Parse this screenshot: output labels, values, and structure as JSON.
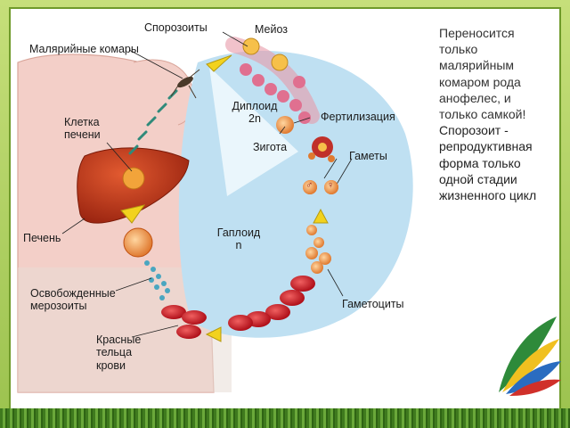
{
  "labels": {
    "sporozoites": "Спорозоиты",
    "meiosis": "Мейоз",
    "mosquitoes": "Малярийные комары",
    "diploid": "Диплоид",
    "diploid_n": "2n",
    "fertilization": "Фертилизация",
    "liver_cell_1": "Клетка",
    "liver_cell_2": "печени",
    "zygote": "Зигота",
    "gametes": "Гаметы",
    "liver": "Печень",
    "haploid": "Гаплоид",
    "haploid_n": "n",
    "merozoites_1": "Освобожденные",
    "merozoites_2": "мерозоиты",
    "gametocytes": "Гаметоциты",
    "rbc_1": "Красные",
    "rbc_2": "тельца",
    "rbc_3": "крови",
    "male_symbol": "♂",
    "female_symbol": "♀"
  },
  "side_text": {
    "part1": "Переносится только малярийным комаром рода анофелес, и только самкой!",
    "part2": "Спорозоит - репродуктивная форма только одной стадии жизненного цикл"
  },
  "colors": {
    "cycle_blue": "#bfe0f2",
    "body_skin": "#f2c6c0",
    "liver": "#c2401f",
    "blood_red": "#d0202a",
    "arrow_yellow": "#f2d21e",
    "gamete_orange": "#f0a040"
  }
}
